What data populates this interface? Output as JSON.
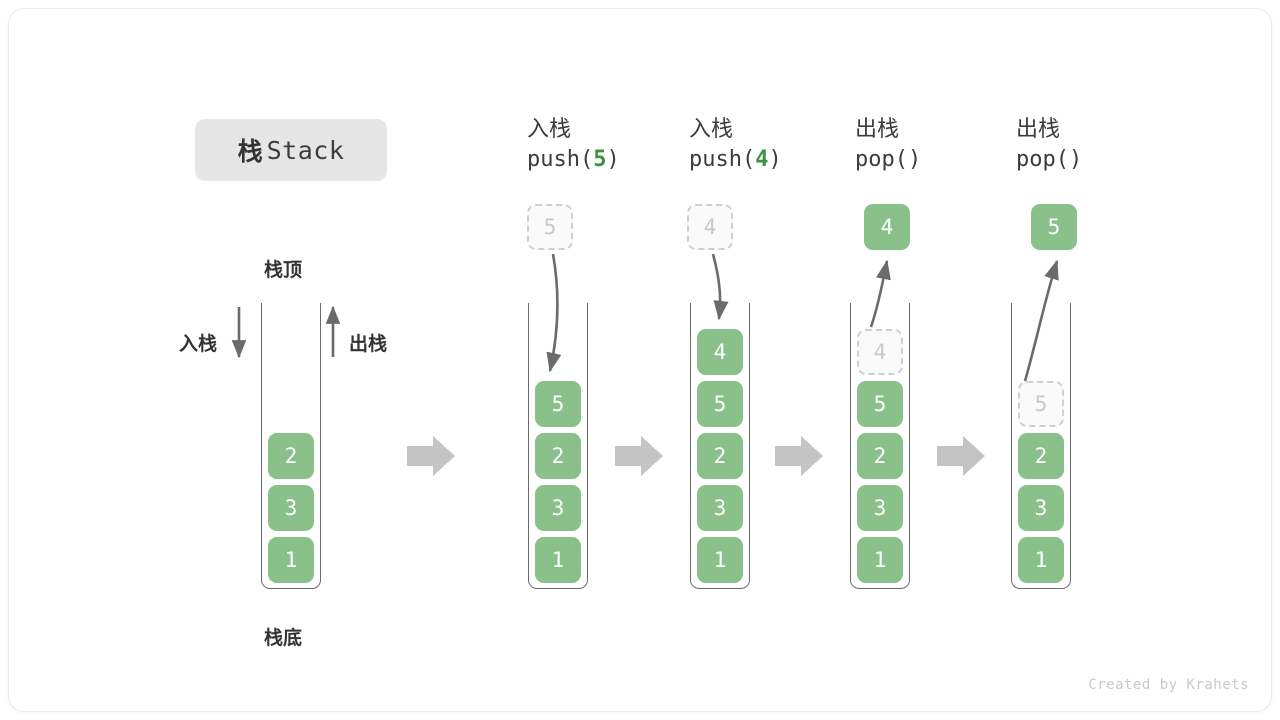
{
  "title": {
    "cn": "栈",
    "en": "Stack"
  },
  "labels": {
    "top": "栈顶",
    "bottom": "栈底",
    "push_side": "入栈",
    "pop_side": "出栈"
  },
  "colors": {
    "element_green": "#8ac08a",
    "code_accent_green": "#3f9142",
    "ghost_fill": "#fafafa",
    "ghost_border": "#cfcfcf",
    "arrow_gray": "#6b6b6b",
    "flow_arrow_gray": "#c4c4c4",
    "badge_bg": "#e6e6e6",
    "text_dark": "#333333"
  },
  "initial_stack": {
    "elements": [
      "2",
      "3",
      "1"
    ],
    "note": "top to bottom"
  },
  "steps": [
    {
      "op_label": "入栈",
      "code_prefix": "push(",
      "code_arg": "5",
      "code_suffix": ")",
      "incoming": "5",
      "incoming_state": "ghost-above",
      "stack": [
        "5",
        "2",
        "3",
        "1"
      ],
      "ghost_index": -1
    },
    {
      "op_label": "入栈",
      "code_prefix": "push(",
      "code_arg": "4",
      "code_suffix": ")",
      "incoming": "4",
      "incoming_state": "ghost-above",
      "stack": [
        "4",
        "5",
        "2",
        "3",
        "1"
      ],
      "ghost_index": -1
    },
    {
      "op_label": "出栈",
      "code_prefix": "pop(",
      "code_arg": "",
      "code_suffix": ")",
      "outgoing": "4",
      "outgoing_state": "solid-above",
      "stack": [
        "4",
        "5",
        "2",
        "3",
        "1"
      ],
      "ghost_index": 0
    },
    {
      "op_label": "出栈",
      "code_prefix": "pop(",
      "code_arg": "",
      "code_suffix": ")",
      "outgoing": "5",
      "outgoing_state": "solid-above",
      "stack": [
        "5",
        "2",
        "3",
        "1"
      ],
      "ghost_index": 0
    }
  ],
  "footer": "Created by Krahets"
}
